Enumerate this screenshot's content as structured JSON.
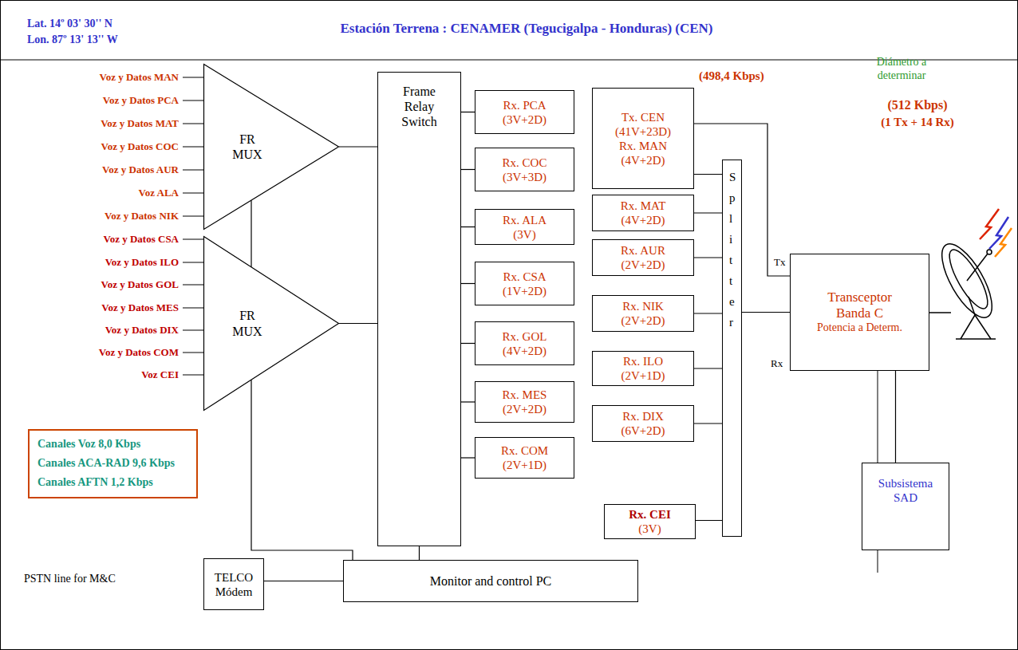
{
  "diagram": {
    "title": "Estación Terrena : CENAMER (Tegucigalpa - Honduras) (CEN)",
    "nodes": [
      {
        "text": [
          "FR MUX"
        ]
      },
      {
        "text": [
          "FR MUX"
        ]
      },
      {
        "text": [
          "Frame Relay Switch"
        ]
      },
      {
        "text": [
          "Rx. PCA",
          "(3V+2D)"
        ]
      },
      {
        "text": [
          "Tx. CEN",
          "(41V+23D)",
          "Rx. MAN",
          "(4V+2D)"
        ]
      },
      {
        "text": [
          "Rx. COC",
          "(3V+3D)"
        ]
      },
      {
        "text": [
          "Rx. MAT",
          "(4V+2D)"
        ]
      },
      {
        "text": [
          "Rx. ALA",
          "(3V)"
        ]
      },
      {
        "text": [
          "Rx. AUR",
          "(2V+2D)"
        ]
      },
      {
        "text": [
          "Rx. CSA",
          "(1V+2D)"
        ]
      },
      {
        "text": [
          "Rx. NIK",
          "(2V+2D)"
        ]
      },
      {
        "text": [
          "Rx. GOL",
          "(4V+2D)"
        ]
      },
      {
        "text": [
          "Rx. ILO",
          "(2V+1D)"
        ]
      },
      {
        "text": [
          "Rx. MES",
          "(2V+2D)"
        ]
      },
      {
        "text": [
          "Rx. DIX",
          "(6V+2D)"
        ]
      },
      {
        "text": [
          "Rx. COM",
          "(2V+1D)"
        ]
      },
      {
        "text": [
          "Rx. CEI",
          "(3V)"
        ]
      },
      {
        "text": [
          "Splitter"
        ]
      },
      {
        "text": [
          "Transceptor Banda C",
          "Potencia a Determ."
        ]
      },
      {
        "text": [
          "Subsistema SAD"
        ]
      },
      {
        "text": [
          "Canales Voz 8,0 Kbps",
          "Canales ACA-RAD 9,6 Kbps",
          "Canales AFTN 1,2 Kbps"
        ]
      },
      {
        "text": [
          "TELCO Módem"
        ]
      },
      {
        "text": [
          "Monitor and control PC"
        ]
      }
    ],
    "edges": [
      {
        "from": 0,
        "to": 2,
        "arrow": "none"
      },
      {
        "from": 1,
        "to": 2,
        "arrow": "none"
      },
      {
        "from": 0,
        "to": 1,
        "arrow": "none"
      },
      {
        "from": 1,
        "to": 22,
        "arrow": "none"
      },
      {
        "from": 2,
        "to": 22,
        "arrow": "none"
      },
      {
        "from": 21,
        "to": 22,
        "arrow": "none"
      },
      {
        "from": 2,
        "to": 3,
        "arrow": "none"
      },
      {
        "from": 2,
        "to": 5,
        "arrow": "none"
      },
      {
        "from": 2,
        "to": 7,
        "arrow": "none"
      },
      {
        "from": 2,
        "to": 9,
        "arrow": "none"
      },
      {
        "from": 2,
        "to": 11,
        "arrow": "none"
      },
      {
        "from": 2,
        "to": 13,
        "arrow": "none"
      },
      {
        "from": 2,
        "to": 15,
        "arrow": "none"
      },
      {
        "from": 4,
        "to": 17,
        "arrow": "none"
      },
      {
        "from": 6,
        "to": 17,
        "arrow": "none"
      },
      {
        "from": 8,
        "to": 17,
        "arrow": "none"
      },
      {
        "from": 10,
        "to": 17,
        "arrow": "none"
      },
      {
        "from": 12,
        "to": 17,
        "arrow": "none"
      },
      {
        "from": 14,
        "to": 17,
        "arrow": "none"
      },
      {
        "from": 16,
        "to": 17,
        "arrow": "none"
      },
      {
        "from": 4,
        "to": 18,
        "arrow": "none"
      },
      {
        "from": 17,
        "to": 18,
        "arrow": "none"
      },
      {
        "from": 18,
        "to": 19,
        "arrow": "none"
      }
    ],
    "labels": [
      "Lat. 14º 03' 30'' N",
      "Lon. 87º 13' 13'' W",
      "Voz y Datos MAN",
      "Voz y Datos PCA",
      "Voz y Datos MAT",
      "Voz y Datos COC",
      "Voz y Datos AUR",
      "Voz ALA",
      "Voz y Datos NIK",
      "Voz y Datos CSA",
      "Voz y Datos ILO",
      "Voz y Datos GOL",
      "Voz y Datos MES",
      "Voz y Datos DIX",
      "Voz y Datos COM",
      "Voz CEI",
      "(498,4 Kbps)",
      "Diámetro a determinar",
      "(512 Kbps)",
      "(1 Tx + 14 Rx)",
      "Tx",
      "Rx",
      "PSTN line for M&C"
    ]
  }
}
